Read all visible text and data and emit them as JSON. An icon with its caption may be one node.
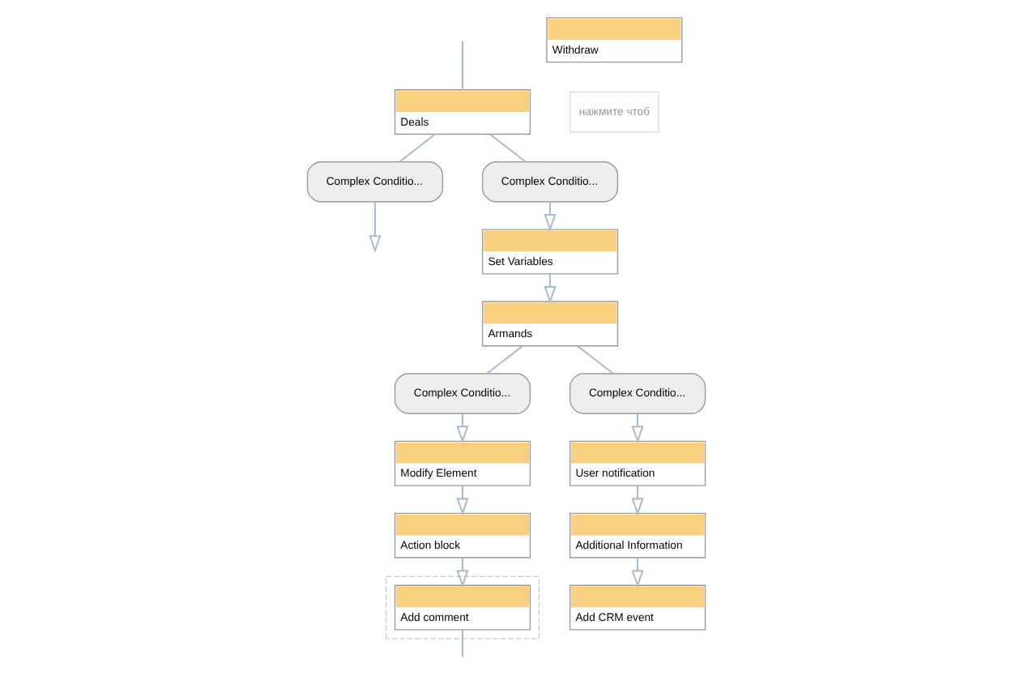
{
  "diagram": {
    "nodes": [
      {
        "text": [
          "Deals"
        ]
      },
      {
        "text": [
          "Complex Conditio..."
        ]
      },
      {
        "text": [
          "Complex Conditio..."
        ]
      },
      {
        "text": [
          "Set Variables"
        ]
      },
      {
        "text": [
          "Armands"
        ]
      },
      {
        "text": [
          "Complex Conditio..."
        ]
      },
      {
        "text": [
          "Complex Conditio..."
        ]
      },
      {
        "text": [
          "Modify Element"
        ]
      },
      {
        "text": [
          "User notification"
        ]
      },
      {
        "text": [
          "Action block"
        ]
      },
      {
        "text": [
          "Additional Information"
        ]
      },
      {
        "text": [],
        "shape": "box"
      },
      {
        "text": [
          "Add comment"
        ],
        "in": 11
      },
      {
        "text": [
          "Add CRM event"
        ]
      },
      {
        "text": [
          "Withdraw"
        ]
      }
    ],
    "edges": [
      {
        "from": null,
        "to": 0,
        "arrow": "none"
      },
      {
        "from": 0,
        "to": 1,
        "arrow": "none"
      },
      {
        "from": 0,
        "to": 2,
        "arrow": "none"
      },
      {
        "from": 1,
        "to": null,
        "arrow": "to"
      },
      {
        "from": 2,
        "to": 3,
        "arrow": "to"
      },
      {
        "from": 3,
        "to": 4,
        "arrow": "to"
      },
      {
        "from": 4,
        "to": 5,
        "arrow": "none"
      },
      {
        "from": 4,
        "to": 6,
        "arrow": "none"
      },
      {
        "from": 5,
        "to": 7,
        "arrow": "to"
      },
      {
        "from": 6,
        "to": 8,
        "arrow": "to"
      },
      {
        "from": 7,
        "to": 9,
        "arrow": "to"
      },
      {
        "from": 8,
        "to": 10,
        "arrow": "to"
      },
      {
        "from": 9,
        "to": 12,
        "arrow": "to"
      },
      {
        "from": 10,
        "to": 13,
        "arrow": "to"
      },
      {
        "from": 12,
        "to": null,
        "arrow": "none"
      }
    ],
    "labels": [
      "нажмите чтоб"
    ]
  }
}
